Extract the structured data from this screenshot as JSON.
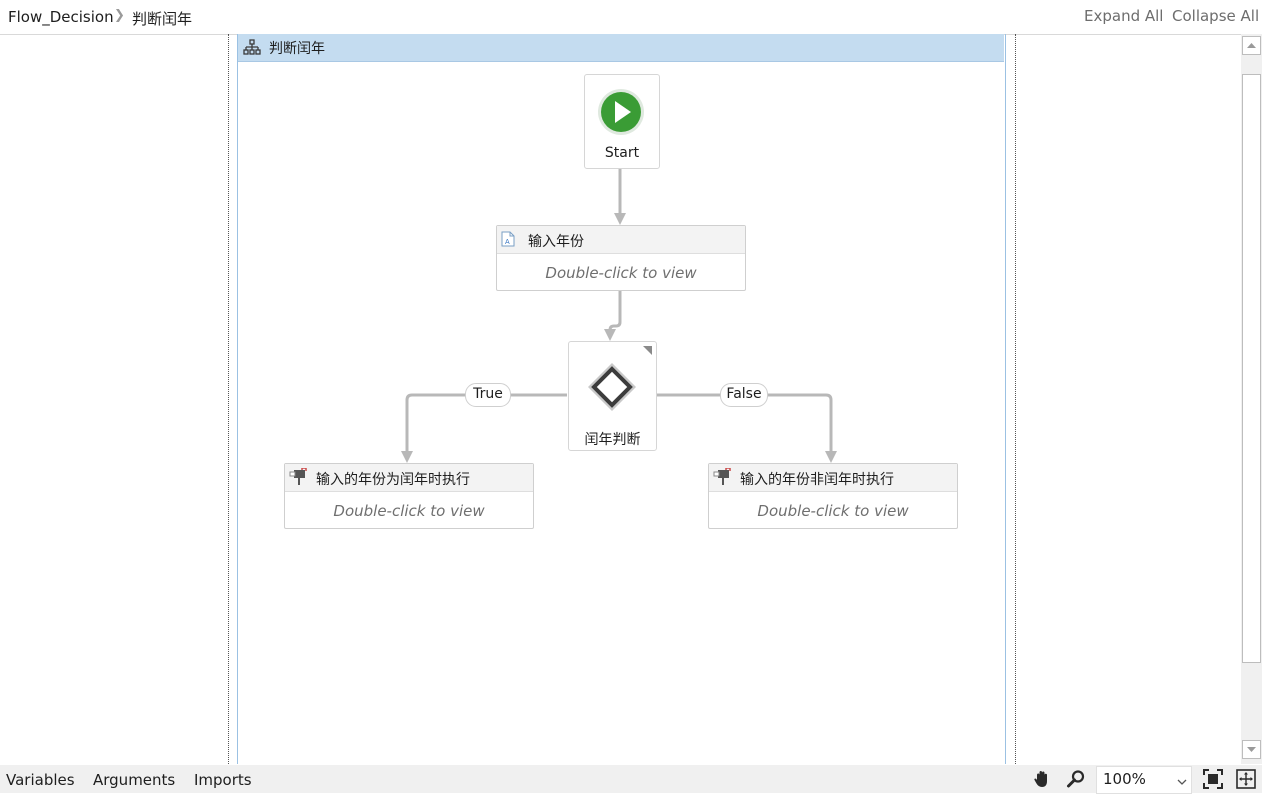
{
  "breadcrumb": {
    "root": "Flow_Decision",
    "current": "判断闰年"
  },
  "toolbar": {
    "expand_all": "Expand All",
    "collapse_all": "Collapse All"
  },
  "flowchart": {
    "title": "判断闰年",
    "start_label": "Start",
    "input_activity": {
      "title": "输入年份",
      "hint": "Double-click to view"
    },
    "decision": {
      "label": "闰年判断",
      "true_label": "True",
      "false_label": "False"
    },
    "true_activity": {
      "title": "输入的年份为闰年时执行",
      "hint": "Double-click to view"
    },
    "false_activity": {
      "title": "输入的年份非闰年时执行",
      "hint": "Double-click to view"
    }
  },
  "bottom": {
    "tabs": [
      "Variables",
      "Arguments",
      "Imports"
    ],
    "zoom": "100%"
  },
  "colors": {
    "header_blue": "#c4dcf0",
    "start_green": "#3a9c35",
    "connector": "#b8b8b8"
  }
}
